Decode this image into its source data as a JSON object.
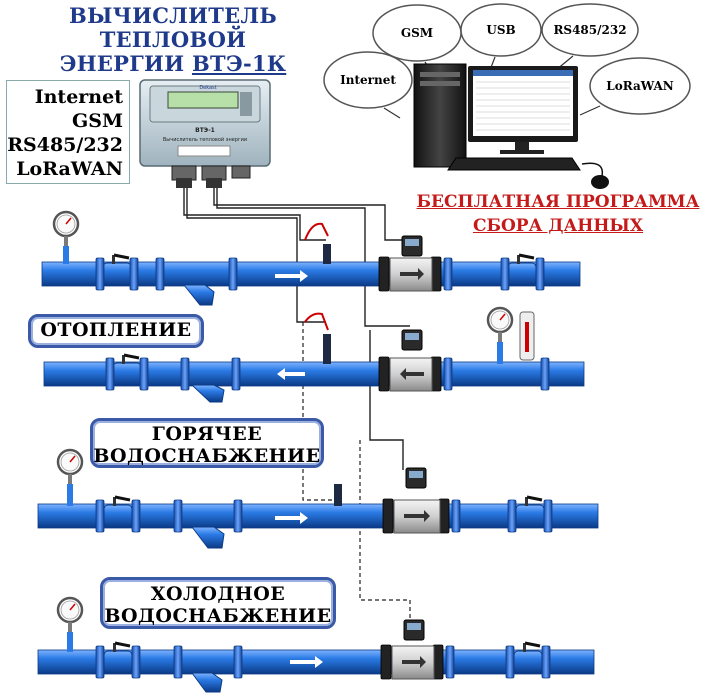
{
  "title": {
    "line1": "ВЫЧИСЛИТЕЛЬ ТЕПЛОВОЙ",
    "line2_prefix": "ЭНЕРГИИ",
    "line2_model": "ВТЭ-1К"
  },
  "interfaces": [
    "Internet",
    "GSM",
    "RS485/232",
    "LoRaWAN"
  ],
  "clouds": {
    "gsm": "GSM",
    "usb": "USB",
    "rs485": "RS485/232",
    "internet": "Internet",
    "lorawan": "LoRaWAN"
  },
  "device": {
    "brand": "Dekast",
    "model": "ВТЭ-1",
    "caption": "Вычислитель тепловой энергии"
  },
  "software": {
    "line1": "БЕСПЛАТНАЯ ПРОГРАММА",
    "line2": "СБОРА ДАННЫХ"
  },
  "systems": {
    "heating": "ОТОПЛЕНИЕ",
    "hot_line1": "ГОРЯЧЕЕ",
    "hot_line2": "ВОДОСНАБЖЕНИЕ",
    "cold_line1": "ХОЛОДНОЕ",
    "cold_line2": "ВОДОСНАБЖЕНИЕ"
  },
  "colors": {
    "pipe": "#1e6fd9",
    "pipe_dark": "#0d3f8f",
    "title": "#1f3a8a",
    "software_text": "#c41a1a",
    "frame": "#3a5aa8"
  }
}
